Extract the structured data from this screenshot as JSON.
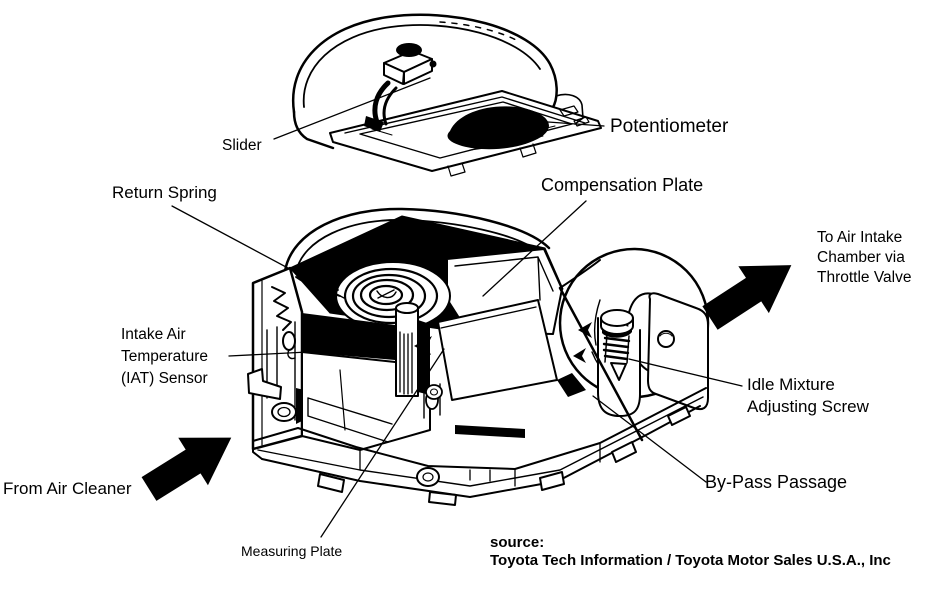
{
  "figure": {
    "colors": {
      "ink": "#000000",
      "paper": "#ffffff"
    }
  },
  "labels": {
    "slider": "Slider",
    "potentiometer": "Potentiometer",
    "return_spring": "Return Spring",
    "compensation_plate": "Compensation Plate",
    "iat_sensor": [
      "Intake Air",
      "Temperature",
      "(IAT) Sensor"
    ],
    "from_air_cleaner": "From Air Cleaner",
    "to_air_intake": [
      "To Air Intake",
      "Chamber via",
      "Throttle Valve"
    ],
    "idle_mixture_screw": [
      "Idle Mixture",
      "Adjusting Screw"
    ],
    "bypass_passage": "By-Pass Passage",
    "measuring_plate": "Measuring Plate"
  },
  "source": {
    "label": "source:",
    "credit": "Toyota Tech Information / Toyota Motor Sales U.S.A., Inc"
  }
}
